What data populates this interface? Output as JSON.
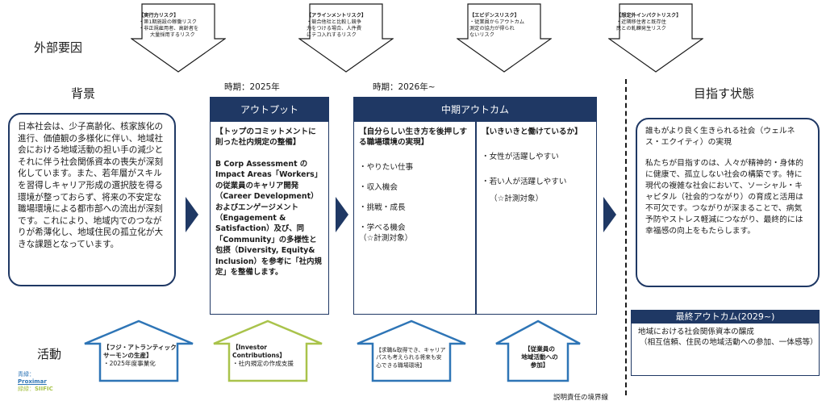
{
  "labels": {
    "external_factors": "外部要因",
    "background": "背景",
    "target_state": "目指す状態",
    "activities": "活動",
    "accountability_boundary": "説明責任の境界線"
  },
  "risks": [
    {
      "title": "【実行力リスク】",
      "lines": [
        "・第1期施設の稼働リスク",
        "・非正規雇用者、高齢者を",
        "大量採用するリスク"
      ]
    },
    {
      "title": "【アラインメントリスク】",
      "lines": [
        "・競合他社と比較し競争",
        "力をつける場合、人件費",
        "にテコ入れするリスク"
      ]
    },
    {
      "title": "【エビデンスリスク】",
      "lines": [
        "・従業員からアウトカム",
        "測定の協力が得られ",
        "ないリスク"
      ]
    },
    {
      "title": "【想定外インパクトリスク】",
      "lines": [
        "・近隣移住者と既存住",
        "民との軋轢発生リスク"
      ]
    }
  ],
  "periods": {
    "p1": "時期：2025年",
    "p2": "時期：2026年~"
  },
  "background_text": "日本社会は、少子高齢化、核家族化の進行、価値観の多様化に伴い、地域社会における地域活動の担い手の減少とそれに伴う社会関係資本の喪失が深刻化しています。また、若年層がスキルを習得しキャリア形成の選択肢を得る環境が整っておらず、将来の不安定な職場環境による都市部への流出が深刻です。これにより、地域内でのつながりが希薄化し、地域住民の孤立化が大きな課題となっています。",
  "output": {
    "header": "アウトプット",
    "subtitle": "【トップのコミットメントに則った社内規定の整備】",
    "body": "B Corp Assessment の Impact Areas「Workers」の従業員のキャリア開発（Career Development）およびエンゲージメント（Engagement & Satisfaction）及び、同「Community」の多様性と包摂（Diversity, Equity& Inclusion）を参考に「社内規定」を整備します。"
  },
  "mid_outcome": {
    "header": "中期アウトカム",
    "left_title": "【自分らしい生き方を後押しする職場環境の実現】",
    "left_items": [
      "・やりたい仕事",
      "・収入機会",
      "・挑戦・成長",
      "・学べる機会"
    ],
    "left_note": "（☆計測対象）",
    "right_title": "【いきいきと働けているか】",
    "right_items": [
      "・女性が活躍しやすい",
      "・若い人が活躍しやすい"
    ],
    "right_note": "（☆計測対象）"
  },
  "target": {
    "title": "誰もがより良く生きられる社会（ウェルネス・エクイティ）の実現",
    "body": "私たちが目指すのは、人々が精神的・身体的に健康で、孤立しない社会の構築です。特に現代の複雑な社会において、ソーシャル・キャピタル（社会的つながり）の育成と活用は不可欠です。つながりが深まることで、病気予防やストレス軽減につながり、最終的には幸福感の向上をもたらします。"
  },
  "final_outcome": {
    "header": "最終アウトカム(2029~)",
    "title": "地域における社会関係資本の醸成",
    "body": "（相互信頼、住民の地域活動への参加、一体感等）"
  },
  "activities": [
    {
      "title": "【フジ・アトランティック",
      "title2": "サーモンの生産】",
      "lines": [
        "・2025年度事業化"
      ]
    },
    {
      "title": "【Investor",
      "title2": "Contributions】",
      "lines": [
        "・社内規定の作成支援"
      ]
    },
    {
      "title": "",
      "title2": "",
      "lines": [
        "【求職&取得でき、キャリア",
        "パスも考えられる将来も安",
        "心できる職場環境】"
      ]
    },
    {
      "title": "【従業員の",
      "title2": "地域活動への",
      "lines": [
        "参加】"
      ]
    }
  ],
  "legend": {
    "blue_label": "青緑：",
    "blue_name": "Proximar",
    "green_label": "緑緑：",
    "green_name": "SIIFIC"
  },
  "colors": {
    "navy": "#1f3864",
    "blue_arrow": "#2e75b6",
    "green_arrow": "#a9c34b"
  }
}
